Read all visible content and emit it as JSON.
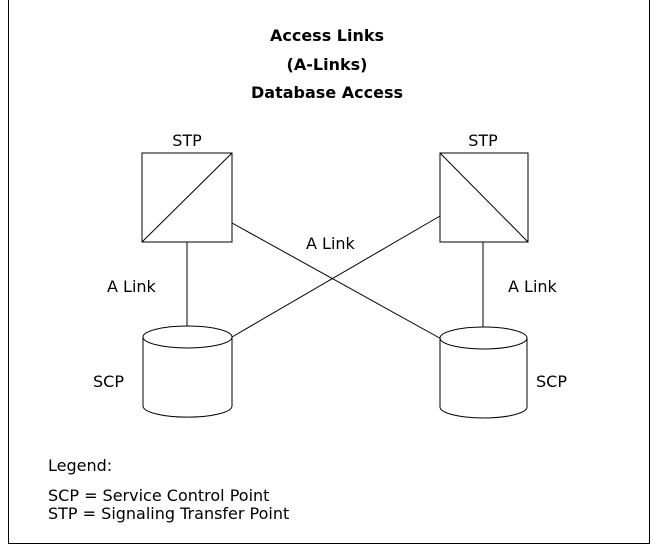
{
  "title": {
    "line1": "Access Links",
    "line2": "(A-Links)",
    "line3": "Database Access"
  },
  "nodes": {
    "stp_left_label": "STP",
    "stp_right_label": "STP",
    "scp_left_label": "SCP",
    "scp_right_label": "SCP"
  },
  "links": {
    "left_label": "A Link",
    "center_label": "A Link",
    "right_label": "A Link"
  },
  "legend": {
    "heading": "Legend:",
    "entries": [
      "SCP = Service Control Point",
      "STP = Signaling Transfer Point"
    ]
  }
}
